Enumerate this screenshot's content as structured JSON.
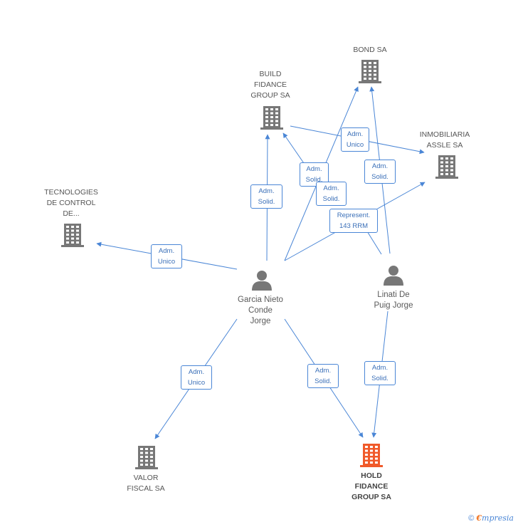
{
  "nodes": {
    "bond": {
      "label": "BOND SA"
    },
    "build": {
      "label": "BUILD\nFIDANCE\nGROUP SA"
    },
    "inmob": {
      "label": "INMOBILIARIA\nASSLE SA"
    },
    "tecno": {
      "label": "TECNOLOGIES\nDE CONTROL\nDE..."
    },
    "garcia": {
      "label": "Garcia Nieto\nConde\nJorge"
    },
    "linati": {
      "label": "Linati De\nPuig Jorge"
    },
    "valor": {
      "label": "VALOR\nFISCAL SA"
    },
    "hold": {
      "label": "HOLD\nFIDANCE\nGROUP SA"
    }
  },
  "edges": [
    {
      "label": "Adm.\nUnico"
    },
    {
      "label": "Adm.\nSolid."
    },
    {
      "label": "Adm.\nSolid."
    },
    {
      "label": "Adm.\nSolid."
    },
    {
      "label": "Adm.\nSolid."
    },
    {
      "label": "Adm.\nUnico"
    },
    {
      "label": "Represent.\n143 RRM"
    },
    {
      "label": "Adm.\nUnico"
    },
    {
      "label": "Adm.\nSolid."
    },
    {
      "label": "Adm.\nSolid."
    }
  ],
  "footer": {
    "copyright": "©",
    "brand_initial": "€",
    "brand_rest": "mpresia"
  },
  "colors": {
    "company": "#777777",
    "main_company": "#f05a2a",
    "person": "#777777",
    "edge": "#4a86d6"
  }
}
